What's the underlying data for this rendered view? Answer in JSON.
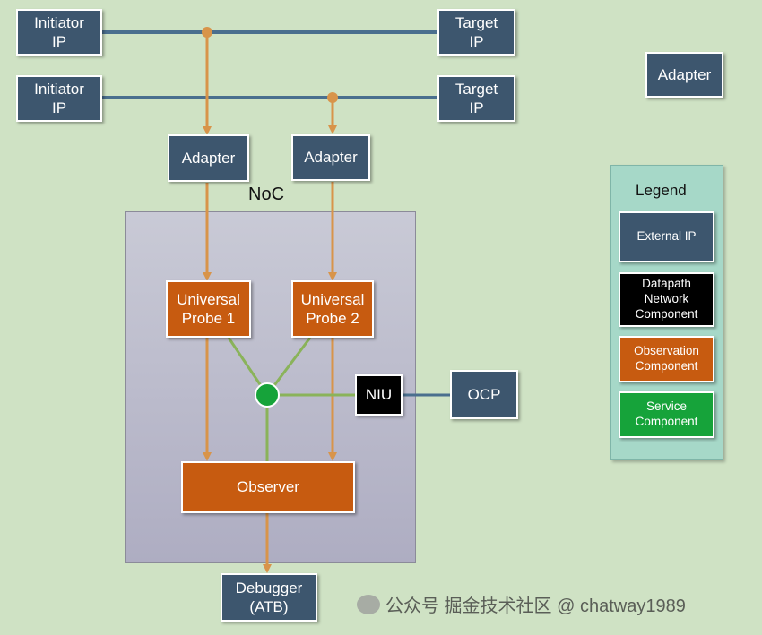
{
  "noc": {
    "label": "NoC"
  },
  "blocks": {
    "initiator_ip_1": "Initiator\nIP",
    "initiator_ip_2": "Initiator\nIP",
    "target_ip_1": "Target\nIP",
    "target_ip_2": "Target\nIP",
    "adapter_1": "Adapter",
    "adapter_2": "Adapter",
    "adapter_legend_top": "Adapter",
    "universal_probe_1": "Universal\nProbe 1",
    "universal_probe_2": "Universal\nProbe 2",
    "niu": "NIU",
    "ocp": "OCP",
    "observer": "Observer",
    "debugger": "Debugger\n(ATB)"
  },
  "legend": {
    "title": "Legend",
    "items": [
      {
        "label": "External IP",
        "color": "#3d566e"
      },
      {
        "label": "Datapath\nNetwork\nComponent",
        "color": "#000000"
      },
      {
        "label": "Observation\nComponent",
        "color": "#c75b10"
      },
      {
        "label": "Service\nComponent",
        "color": "#16a33a"
      }
    ]
  },
  "colors": {
    "background": "#cfe2c4",
    "external_ip": "#3d566e",
    "observation": "#c75b10",
    "service": "#16a33a",
    "datapath": "#000000",
    "bus_line": "#4a6f8e",
    "probe_arrow": "#d8944a",
    "service_link": "#8ab35a"
  },
  "watermark": {
    "text": "公众号 掘金技术社区 @ chatway1989"
  }
}
